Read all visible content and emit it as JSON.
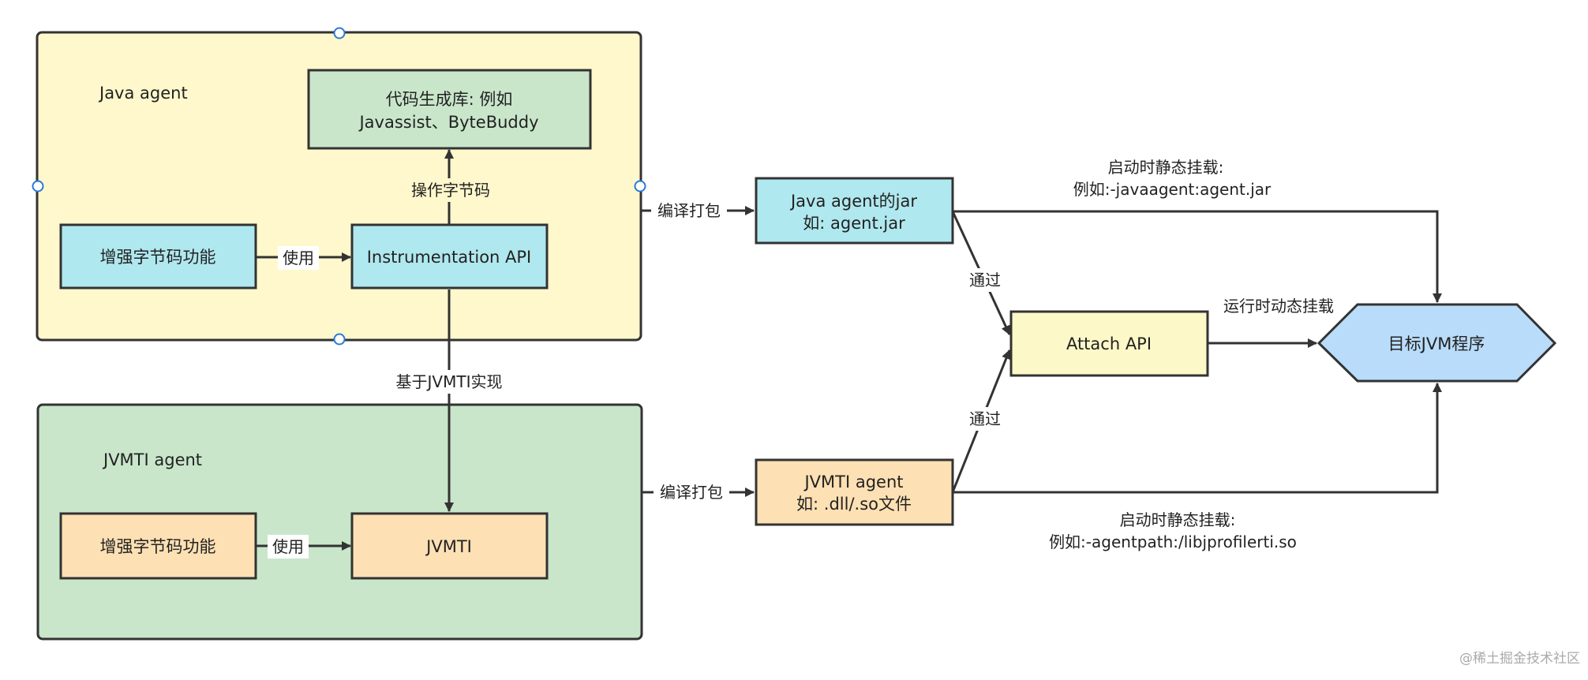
{
  "colors": {
    "java_panel_fill": "#fff8cc",
    "jvmti_panel_fill": "#c9e6cb",
    "cyan_box": "#b0e8ef",
    "green_box": "#c9e6cb",
    "orange_box": "#fde0b3",
    "yellow_box": "#fdf8c7",
    "blue_hex": "#b9dcfa",
    "stroke": "#333333",
    "handle": "#2a7ad6"
  },
  "java_panel": {
    "title": "Java agent",
    "codegen_line1": "代码生成库: 例如",
    "codegen_line2": "Javassist、ByteBuddy",
    "enhance_label": "增强字节码功能",
    "instrumentation_label": "Instrumentation API"
  },
  "jvmti_panel": {
    "title": "JVMTI agent",
    "enhance_label": "增强字节码功能",
    "jvmti_label": "JVMTI"
  },
  "edges": {
    "manipulate_bytecode": "操作字节码",
    "use_1": "使用",
    "use_2": "使用",
    "based_on_jvmti": "基于JVMTI实现",
    "compile_pack_1": "编译打包",
    "compile_pack_2": "编译打包",
    "via_1": "通过",
    "via_2": "通过",
    "runtime_attach": "运行时动态挂载",
    "static_jar_line1": "启动时静态挂载:",
    "static_jar_line2": "例如:-javaagent:agent.jar",
    "static_so_line1": "启动时静态挂载:",
    "static_so_line2": "例如:-agentpath:/libjprofilerti.so"
  },
  "nodes": {
    "java_jar_line1": "Java agent的jar",
    "java_jar_line2": "如: agent.jar",
    "jvmti_lib_line1": "JVMTI agent",
    "jvmti_lib_line2": "如: .dll/.so文件",
    "attach_api": "Attach API",
    "target_jvm": "目标JVM程序"
  },
  "watermark": "@稀土掘金技术社区"
}
